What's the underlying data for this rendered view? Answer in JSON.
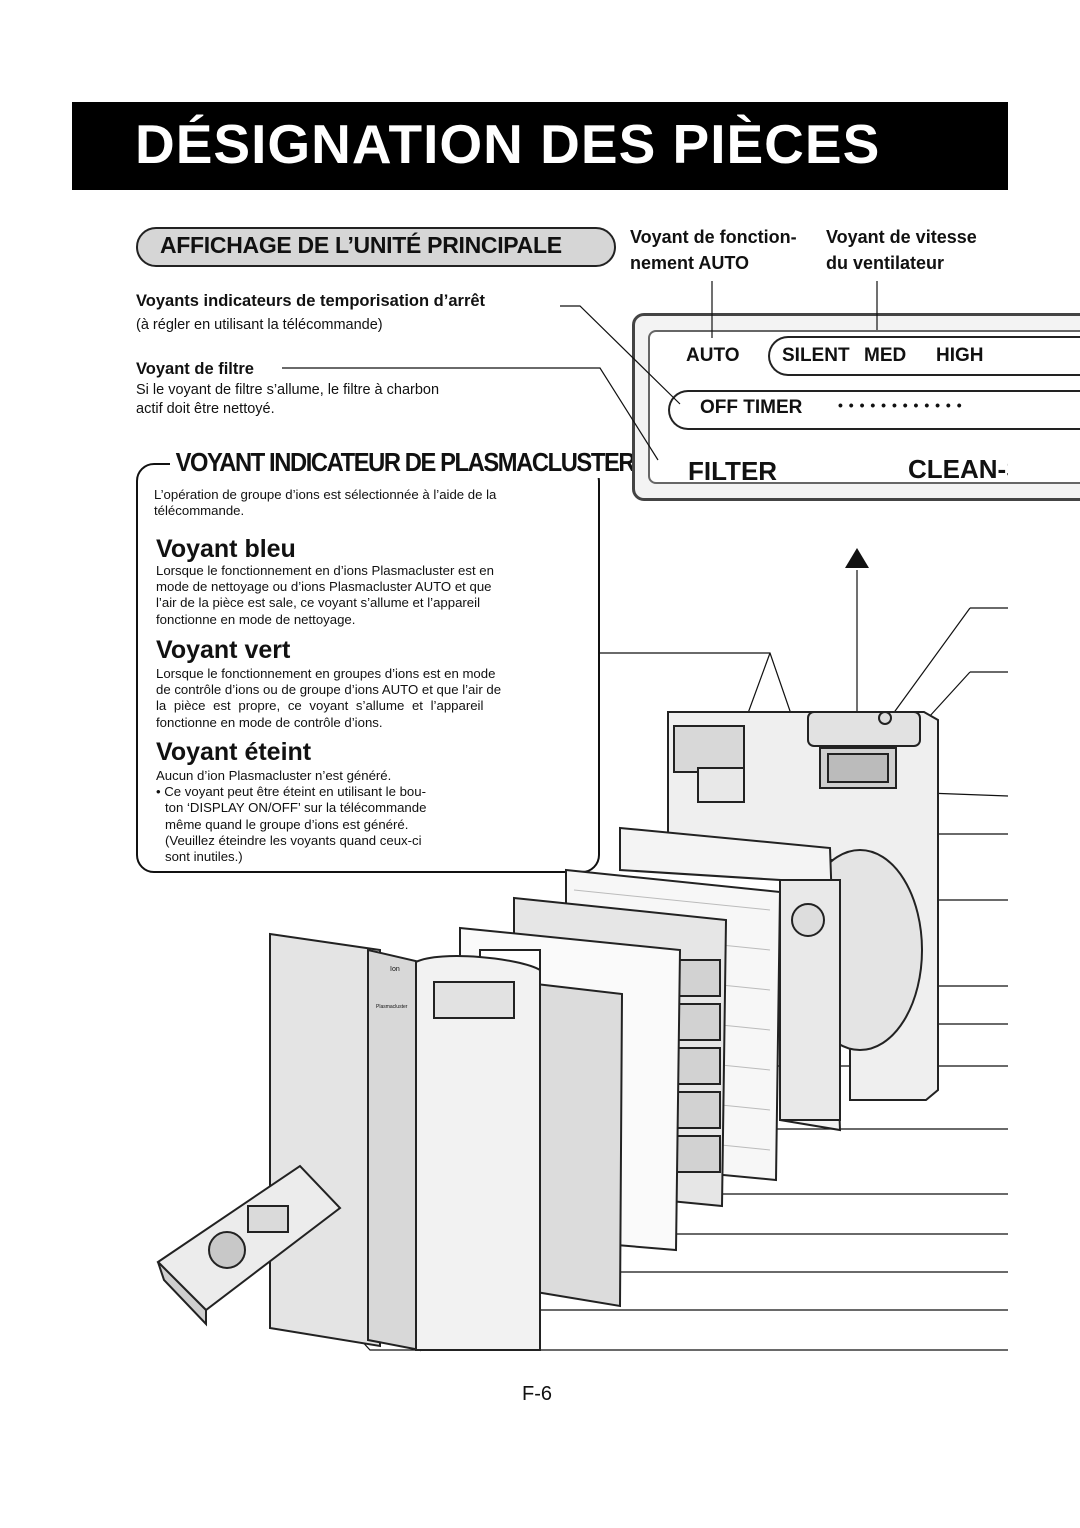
{
  "page_title": "DÉSIGNATION DES PIÈCES",
  "section_title": "AFFICHAGE DE L’UNITÉ PRINCIPALE",
  "top_labels": {
    "auto_lamp_line1": "Voyant de fonction-",
    "auto_lamp_line2": "nement AUTO",
    "speed_lamp_line1": "Voyant de vitesse",
    "speed_lamp_line2": "du ventilateur"
  },
  "timer_lamps": {
    "title": "Voyants indicateurs de temporisation d’arrêt",
    "note": "(à régler en utilisant la télécommande)"
  },
  "filter_lamp": {
    "title": "Voyant de filtre",
    "line1": "Si le voyant de filtre s’allume, le filtre à charbon",
    "line2": "actif doit être nettoyé."
  },
  "plasmacluster_box": {
    "title": "VOYANT INDICATEUR DE PLASMACLUSTER",
    "intro1": "L’opération de groupe d’ions est sélectionnée à l’aide de la",
    "intro2": "télécommande.",
    "blue": {
      "heading": "Voyant bleu",
      "lines": [
        "Lorsque le fonctionnement en d’ions Plasmacluster est en",
        "mode de nettoyage ou d’ions Plasmacluster AUTO et que",
        "l’air de la pièce est sale, ce voyant s’allume et l’appareil",
        "fonctionne en mode de nettoyage."
      ]
    },
    "green": {
      "heading": "Voyant vert",
      "lines": [
        "Lorsque le fonctionnement en groupes d’ions est en mode",
        "de contrôle d’ions ou de groupe d’ions AUTO et que l’air de",
        "la pièce est propre, ce voyant s’allume et l’appareil",
        "fonctionne en mode de contrôle d’ions."
      ]
    },
    "off": {
      "heading": "Voyant éteint",
      "line1": "Aucun d’ion Plasmacluster n’est généré.",
      "bullet_lines": [
        "• Ce voyant peut être éteint en utilisant le bou-",
        "ton ‘DISPLAY ON/OFF’ sur la télécommande",
        "même quand le groupe d’ions est généré.",
        "(Veuillez éteindre les voyants quand ceux-ci",
        "sont inutiles.)"
      ]
    }
  },
  "display_panel": {
    "auto": "AUTO",
    "silent": "SILENT",
    "med": "MED",
    "high": "HIGH",
    "off_timer": "OFF TIMER",
    "dots": "• • • • • • • • • • • •",
    "filter": "FILTER",
    "clean": "CLEAN-S"
  },
  "device_logo": {
    "ion": "Ion",
    "brand": "Plasmacluster"
  },
  "page_number": "F-6"
}
